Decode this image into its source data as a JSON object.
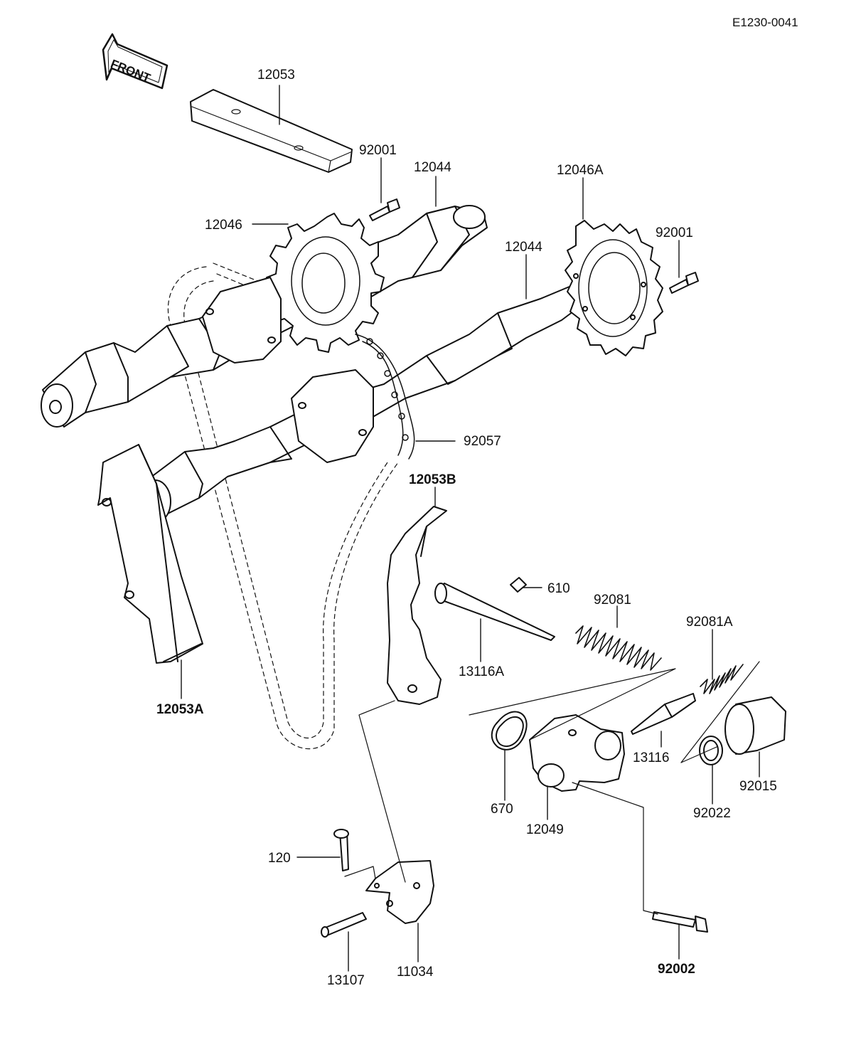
{
  "diagram_code": "E1230-0041",
  "front_arrow_text": "FRONT",
  "parts": [
    {
      "id": "12053",
      "bold": false
    },
    {
      "id": "92001",
      "bold": false
    },
    {
      "id": "12044",
      "bold": false
    },
    {
      "id": "12046A",
      "bold": false
    },
    {
      "id": "12046",
      "bold": false
    },
    {
      "id": "92001",
      "bold": false
    },
    {
      "id": "12044",
      "bold": false
    },
    {
      "id": "92057",
      "bold": false
    },
    {
      "id": "12053B",
      "bold": true
    },
    {
      "id": "610",
      "bold": false
    },
    {
      "id": "92081",
      "bold": false
    },
    {
      "id": "92081A",
      "bold": false
    },
    {
      "id": "13116A",
      "bold": false
    },
    {
      "id": "12053A",
      "bold": true
    },
    {
      "id": "13116",
      "bold": false
    },
    {
      "id": "92015",
      "bold": false
    },
    {
      "id": "670",
      "bold": false
    },
    {
      "id": "12049",
      "bold": false
    },
    {
      "id": "92022",
      "bold": false
    },
    {
      "id": "120",
      "bold": false
    },
    {
      "id": "92002",
      "bold": true
    },
    {
      "id": "11034",
      "bold": false
    },
    {
      "id": "13107",
      "bold": false
    }
  ]
}
